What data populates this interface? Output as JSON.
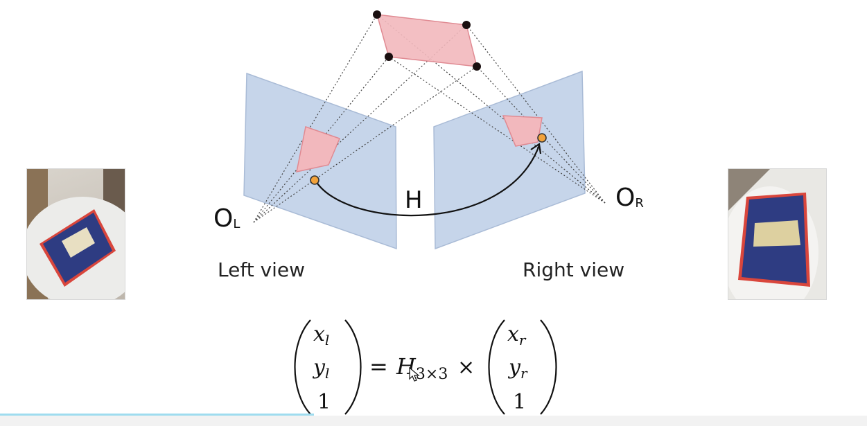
{
  "diagram": {
    "camera_left_label": "O",
    "camera_left_sub": "L",
    "camera_right_label": "O",
    "camera_right_sub": "R",
    "homography_label": "H",
    "left_view_caption": "Left view",
    "right_view_caption": "Right view"
  },
  "equation": {
    "left_vector": [
      "x",
      "y",
      "1"
    ],
    "left_subscripts": [
      "l",
      "l",
      ""
    ],
    "equals": "=",
    "matrix_symbol": "H",
    "matrix_dims": "3×3",
    "times": "×",
    "right_vector": [
      "x",
      "y",
      "1"
    ],
    "right_subscripts": [
      "r",
      "r",
      ""
    ]
  },
  "colors": {
    "image_plane": "#c6d5ea",
    "image_plane_stroke": "#a9bbd6",
    "polygon_fill": "#f2b8bd",
    "polygon_stroke": "#e08a92",
    "point_dark": "#1a0f10",
    "point_orange": "#f2a23a",
    "projection_line": "#444444",
    "progress": "#9fdcef"
  },
  "icons": [
    "mouse-pointer-icon"
  ]
}
